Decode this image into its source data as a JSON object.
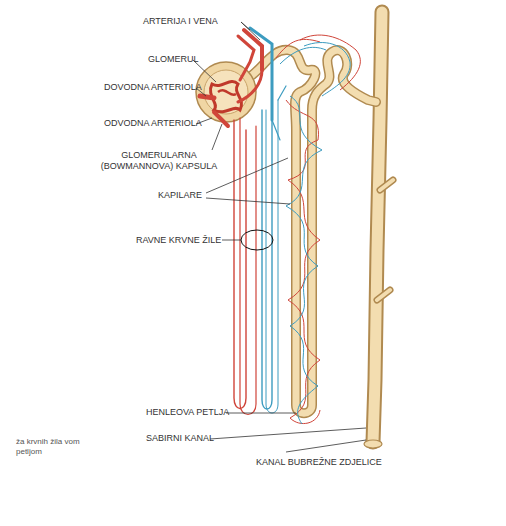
{
  "diagram": {
    "labels": [
      "ARTERIJA I VENA",
      "GLOMERUL",
      "DOVODNA ARTERIOLA",
      "ODVODNA ARTERIOLA",
      "GLOMERULARNA (BOWMANNOVA) KAPSULA",
      "KAPILARE",
      "RAVNE KRVNE ŽILE",
      "HENLEOVA PETLJA",
      "SABIRNI KANAL",
      "KANAL BUBREŽNE ZDJELICE",
      "ža krvnih žila vom petljom"
    ]
  }
}
